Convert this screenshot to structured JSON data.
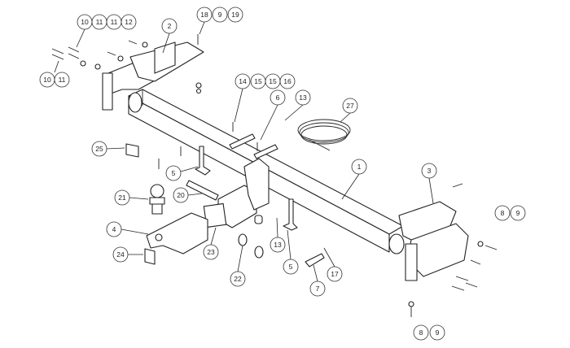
{
  "diagram": {
    "callouts": [
      {
        "id": "c1",
        "label": "10"
      },
      {
        "id": "c2",
        "label": "11"
      },
      {
        "id": "c3",
        "label": "11"
      },
      {
        "id": "c4",
        "label": "12"
      },
      {
        "id": "c5",
        "label": "10"
      },
      {
        "id": "c6",
        "label": "11"
      },
      {
        "id": "c7",
        "label": "2"
      },
      {
        "id": "c8",
        "label": "18"
      },
      {
        "id": "c9",
        "label": "9"
      },
      {
        "id": "c10",
        "label": "19"
      },
      {
        "id": "c11",
        "label": "14"
      },
      {
        "id": "c12",
        "label": "15"
      },
      {
        "id": "c13",
        "label": "15"
      },
      {
        "id": "c14",
        "label": "16"
      },
      {
        "id": "c15",
        "label": "6"
      },
      {
        "id": "c16",
        "label": "13"
      },
      {
        "id": "c17",
        "label": "27"
      },
      {
        "id": "c18",
        "label": "25"
      },
      {
        "id": "c19",
        "label": "5"
      },
      {
        "id": "c20",
        "label": "21"
      },
      {
        "id": "c21",
        "label": "20"
      },
      {
        "id": "c22",
        "label": "1"
      },
      {
        "id": "c23",
        "label": "3"
      },
      {
        "id": "c24",
        "label": "8"
      },
      {
        "id": "c25",
        "label": "9"
      },
      {
        "id": "c26",
        "label": "4"
      },
      {
        "id": "c27",
        "label": "24"
      },
      {
        "id": "c28",
        "label": "23"
      },
      {
        "id": "c29",
        "label": "13"
      },
      {
        "id": "c30",
        "label": "5"
      },
      {
        "id": "c31",
        "label": "22"
      },
      {
        "id": "c32",
        "label": "17"
      },
      {
        "id": "c33",
        "label": "7"
      },
      {
        "id": "c34",
        "label": "8"
      },
      {
        "id": "c35",
        "label": "9"
      }
    ]
  }
}
